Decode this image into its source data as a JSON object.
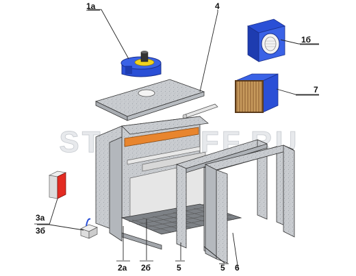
{
  "watermark": "STANKOFF.RU",
  "labels": {
    "l1a": "1а",
    "l1b": "1б",
    "l4": "4",
    "l7": "7",
    "l3a": "3а",
    "l3b": "3б",
    "l2a": "2а",
    "l2b": "2б",
    "l5a": "5",
    "l5b": "5",
    "l6": "6"
  },
  "colors": {
    "galvanized": "#c9ccd0",
    "fan_blue": "#2a4fd6",
    "filter_wood": "#c79a5d",
    "control_red": "#e32b22",
    "lamp_orange": "#e8852e",
    "watermark": "#dfe2e6"
  }
}
